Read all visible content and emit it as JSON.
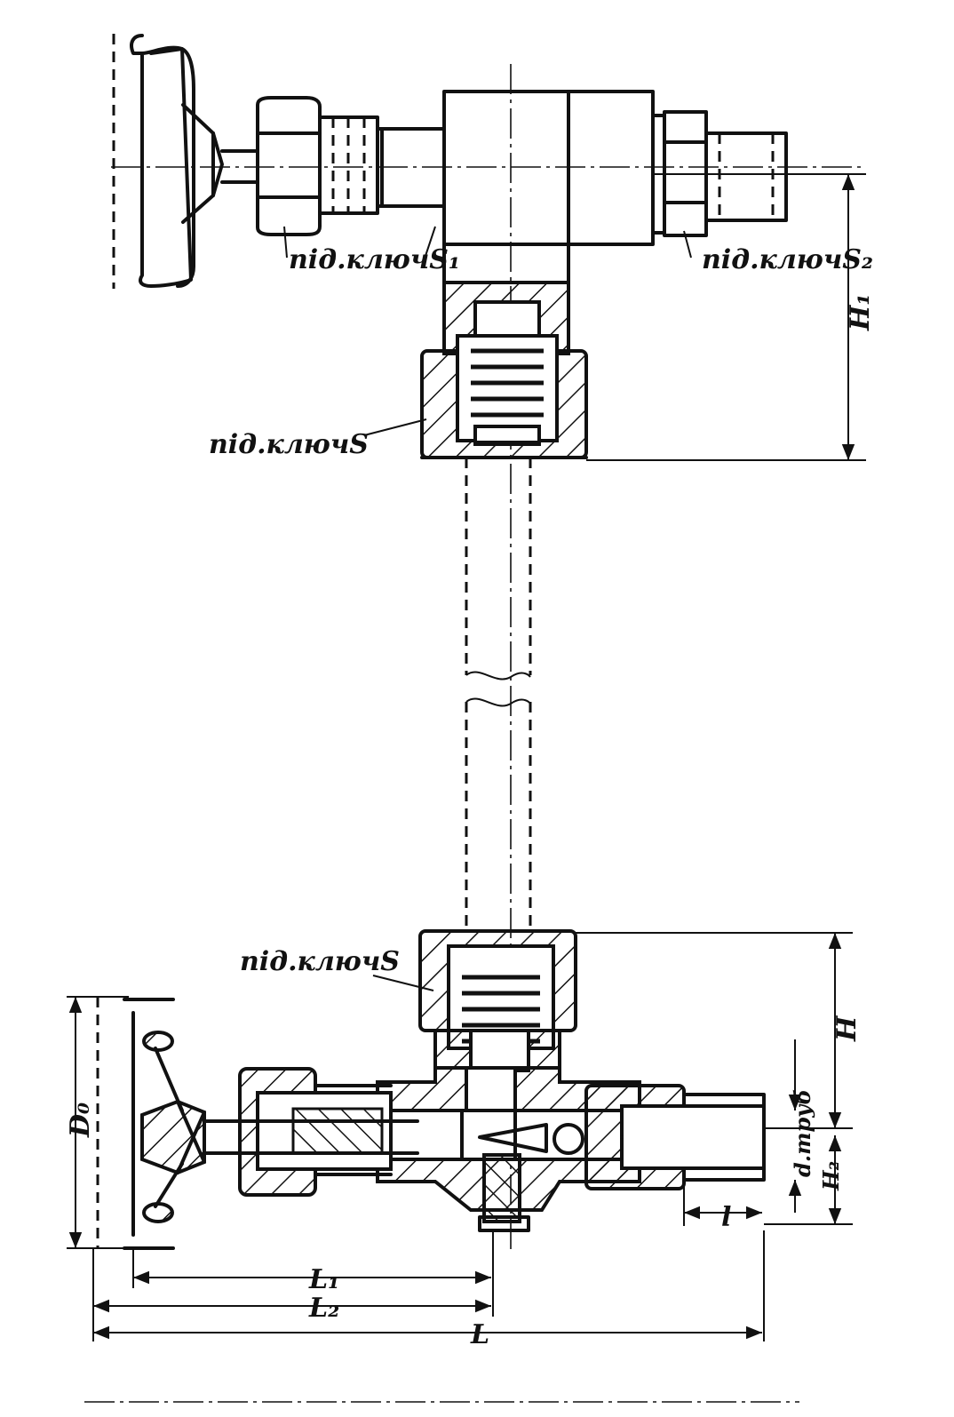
{
  "labels": {
    "wrench_s1": "під.ключS₁",
    "wrench_s2": "під.ключS₂",
    "wrench_s_top": "під.ключS",
    "wrench_s_bottom": "під.ключS",
    "h1": "H₁",
    "h": "H",
    "h2": "H₂",
    "d_pipe": "d.труб",
    "d0": "D₀",
    "l_small": "l",
    "l1": "L₁",
    "l2": "L₂",
    "l_total": "L"
  }
}
